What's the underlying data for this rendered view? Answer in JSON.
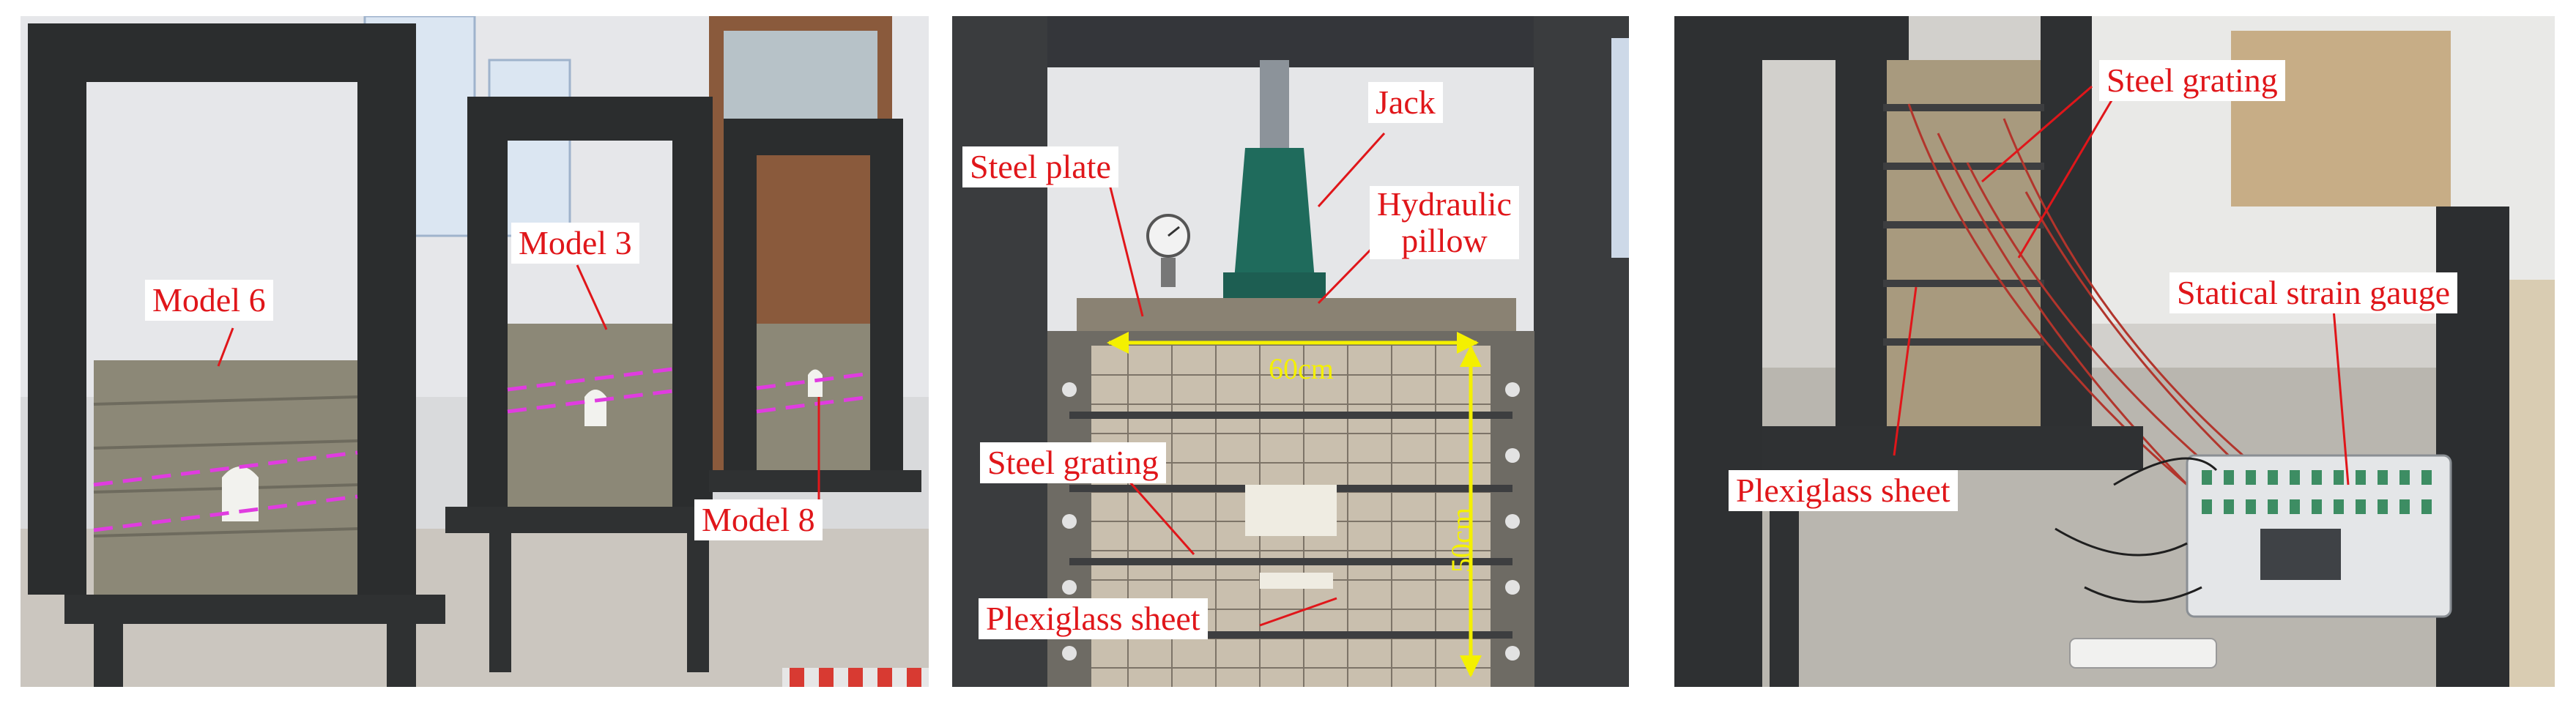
{
  "panels": [
    {
      "labels": {
        "model6": "Model 6",
        "model3": "Model 3",
        "model8": "Model 8"
      }
    },
    {
      "labels": {
        "jack": "Jack",
        "steel_plate": "Steel plate",
        "hydraulic_pillow_line1": "Hydraulic",
        "hydraulic_pillow_line2": "pillow",
        "steel_grating": "Steel grating",
        "plexiglass_sheet": "Plexiglass sheet"
      },
      "dimensions": {
        "width": "60cm",
        "height": "50cm"
      }
    },
    {
      "labels": {
        "steel_grating": "Steel grating",
        "statical_strain_gauge": "Statical strain gauge",
        "plexiglass_sheet": "Plexiglass sheet"
      }
    }
  ],
  "colors": {
    "label_text": "#e0161a",
    "label_background": "#ffffff",
    "dimension": "#f4f000",
    "dashed_line": "#e03ce0"
  }
}
